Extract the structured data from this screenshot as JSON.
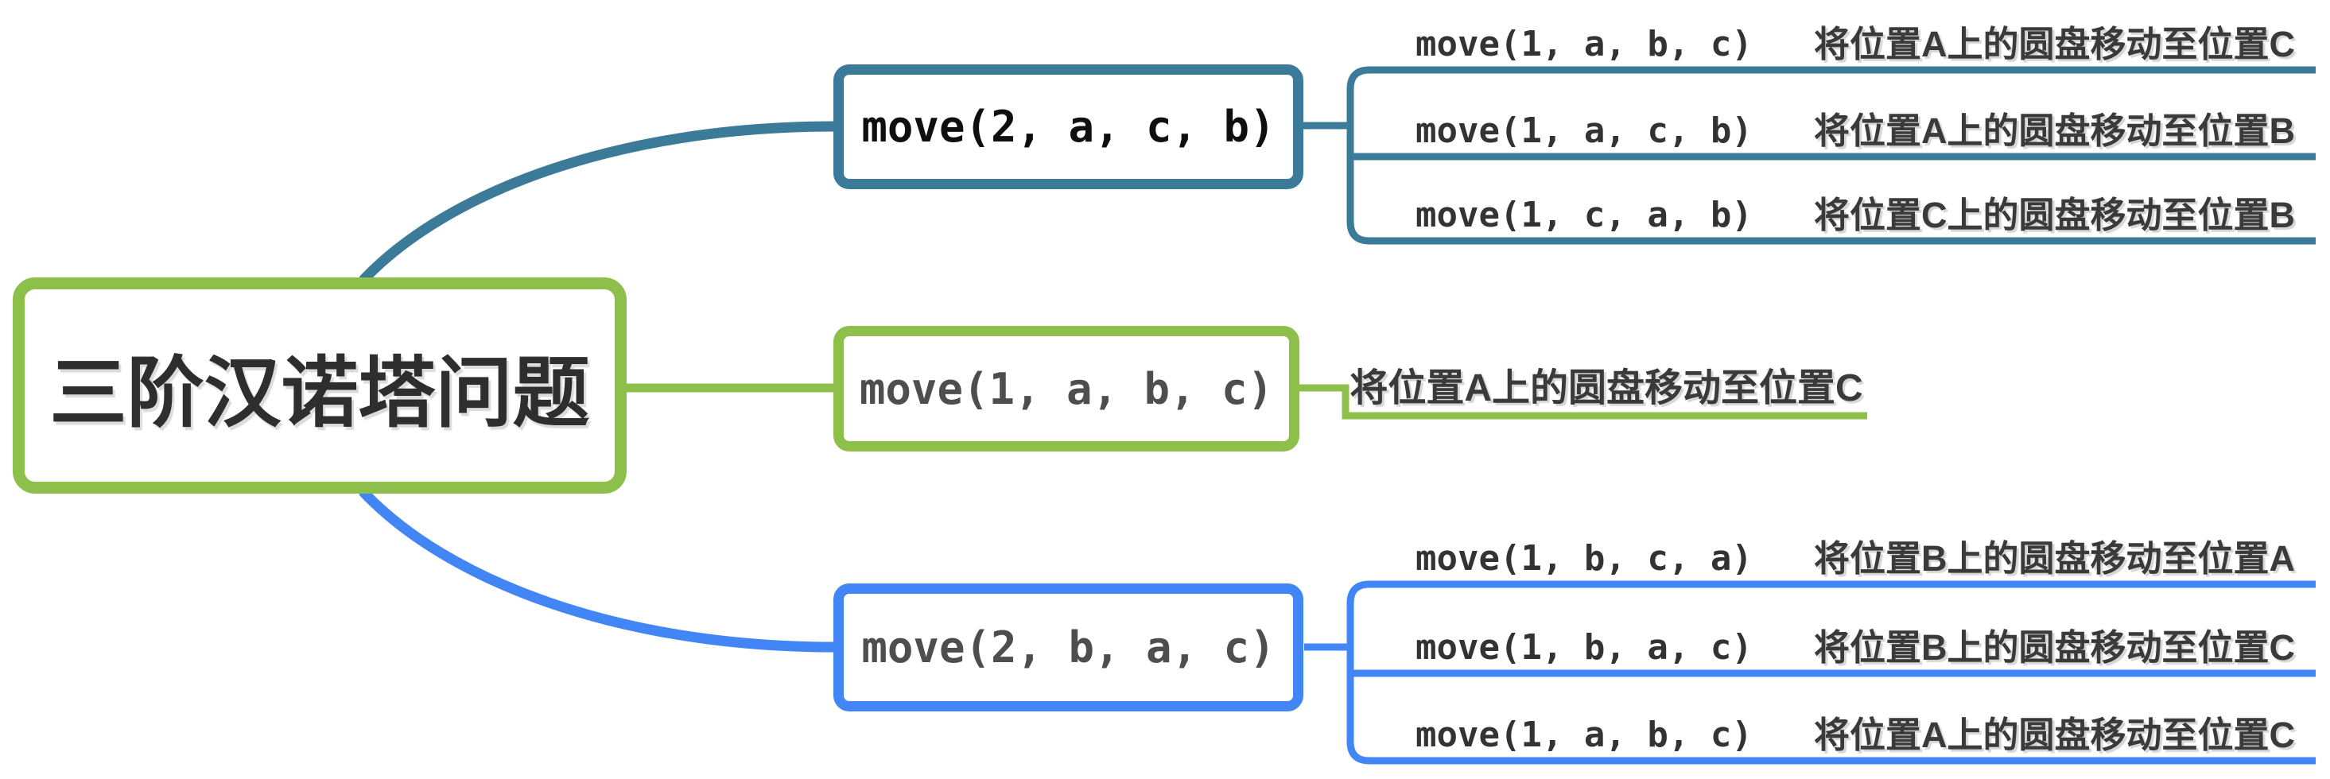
{
  "app": "mind-map-canvas",
  "root": {
    "label": "三阶汉诺塔问题"
  },
  "colors": {
    "branch_top": "#3b7b99",
    "branch_middle": "#8cc04a",
    "branch_bottom": "#4285f4",
    "root_border": "#8cc04a",
    "text_dark": "#2e2e2e",
    "background": "#ffffff"
  },
  "branches": [
    {
      "label": "move(2, a, c, b)",
      "color": "#3b7b99",
      "children": [
        {
          "code": "move(1, a, b, c)",
          "note": "将位置A上的圆盘移动至位置C"
        },
        {
          "code": "move(1, a, c, b)",
          "note": "将位置A上的圆盘移动至位置B"
        },
        {
          "code": "move(1, c, a, b)",
          "note": "将位置C上的圆盘移动至位置B"
        }
      ]
    },
    {
      "label": "move(1, a, b, c)",
      "color": "#8cc04a",
      "children": [
        {
          "note": "将位置A上的圆盘移动至位置C"
        }
      ]
    },
    {
      "label": "move(2, b, a, c)",
      "color": "#4285f4",
      "children": [
        {
          "code": "move(1, b, c, a)",
          "note": "将位置B上的圆盘移动至位置A"
        },
        {
          "code": "move(1, b, a, c)",
          "note": "将位置B上的圆盘移动至位置C"
        },
        {
          "code": "move(1, a, b, c)",
          "note": "将位置A上的圆盘移动至位置C"
        }
      ]
    }
  ]
}
